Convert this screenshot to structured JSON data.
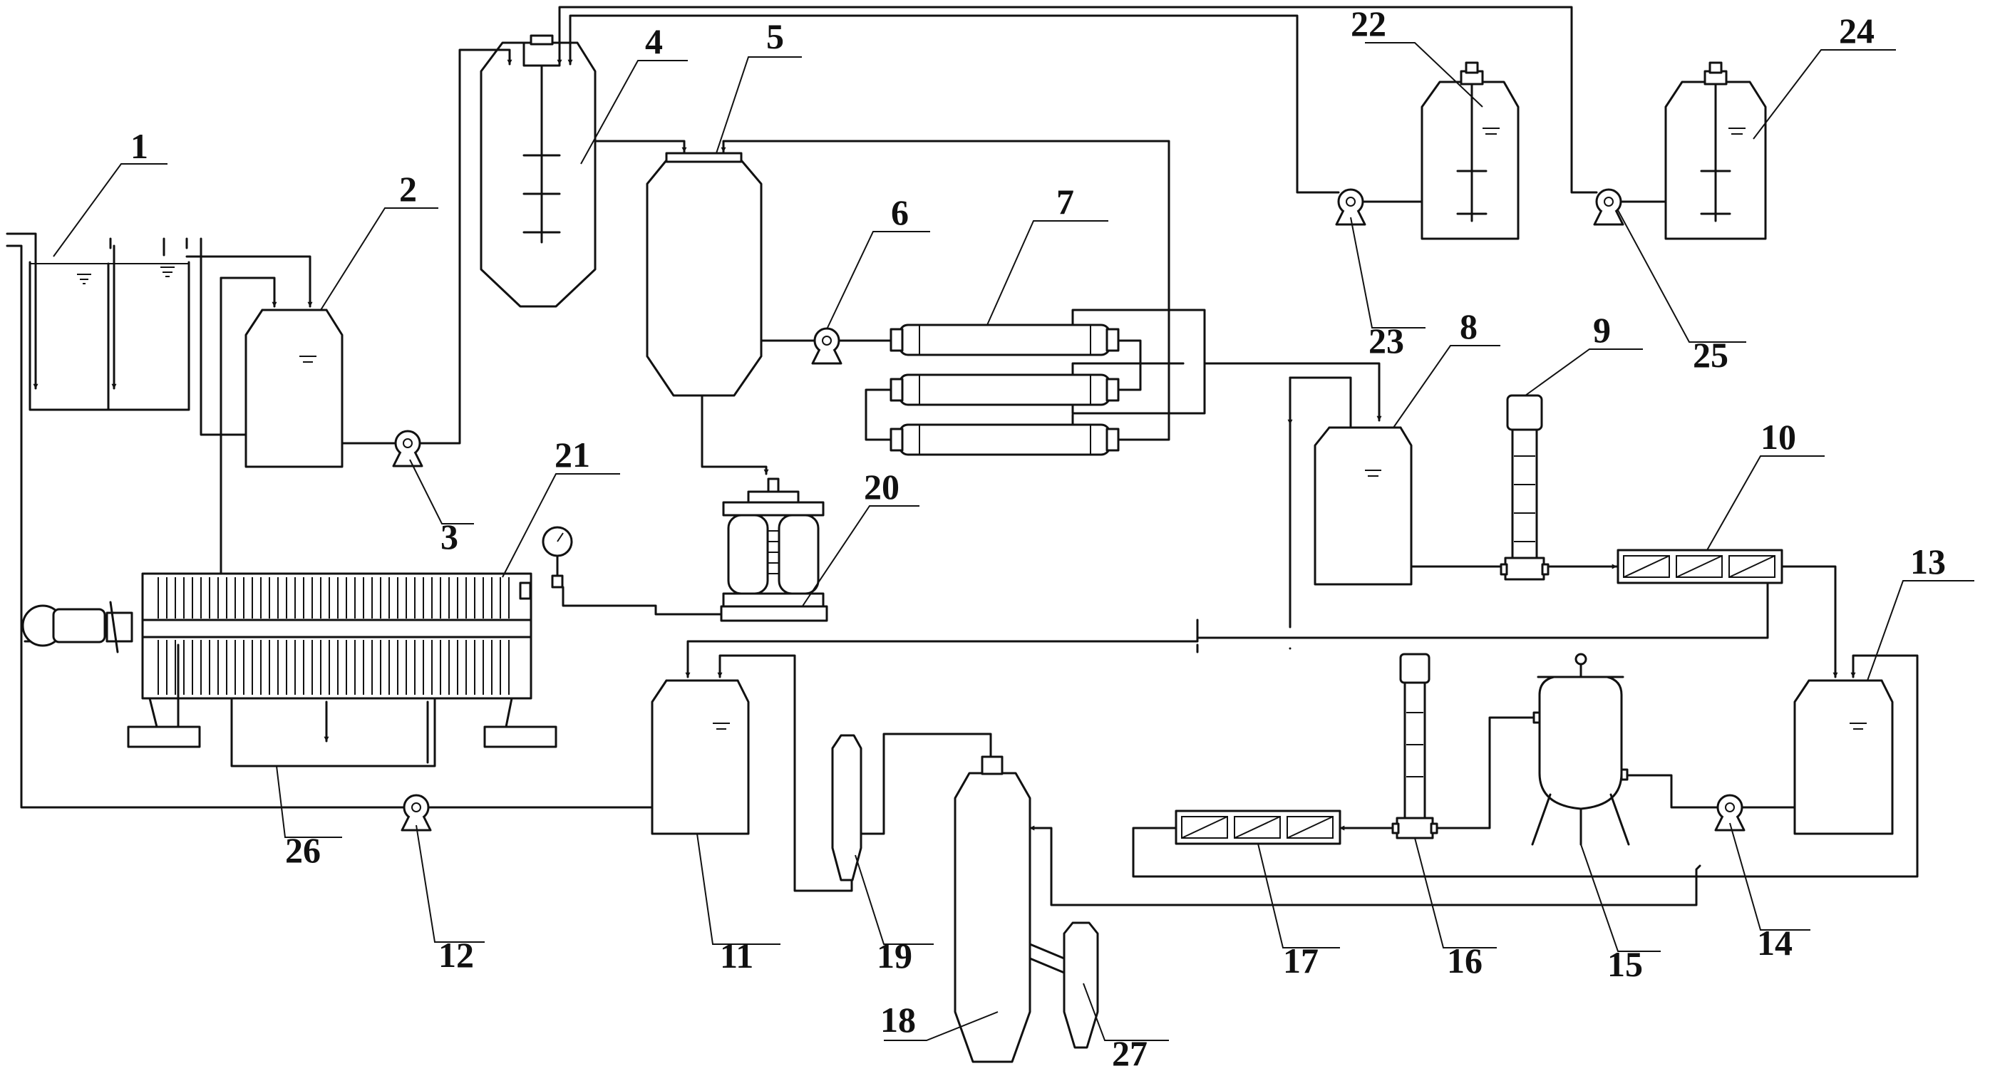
{
  "diagram": {
    "colors": {
      "line": "#111111",
      "background": "#ffffff"
    },
    "labels": [
      "1",
      "2",
      "3",
      "4",
      "5",
      "6",
      "7",
      "8",
      "9",
      "10",
      "11",
      "12",
      "13",
      "14",
      "15",
      "16",
      "17",
      "18",
      "19",
      "20",
      "21",
      "22",
      "23",
      "24",
      "25",
      "26",
      "27"
    ]
  }
}
